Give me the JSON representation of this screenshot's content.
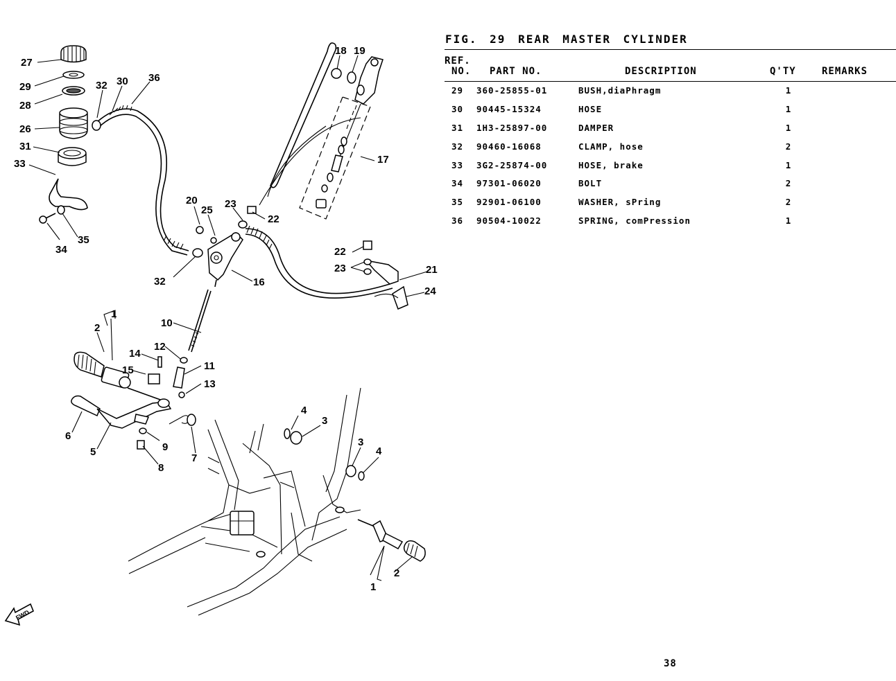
{
  "figure": {
    "title": "FIG. 29  REAR MASTER CYLINDER",
    "fwd_label": "FWD"
  },
  "table": {
    "headers": {
      "ref_line1": "REF.",
      "ref_line2": "NO.",
      "part_no": "PART NO.",
      "description": "DESCRIPTION",
      "qty": "Q'TY",
      "remarks": "REMARKS"
    },
    "rows": [
      {
        "ref": "29",
        "part_no": "360-25855-01",
        "description": "BUSH,diaPhragm",
        "qty": "1",
        "remarks": ""
      },
      {
        "ref": "30",
        "part_no": "90445-15324",
        "description": "HOSE",
        "qty": "1",
        "remarks": ""
      },
      {
        "ref": "31",
        "part_no": "1H3-25897-00",
        "description": "DAMPER",
        "qty": "1",
        "remarks": ""
      },
      {
        "ref": "32",
        "part_no": "90460-16068",
        "description": "CLAMP, hose",
        "qty": "2",
        "remarks": ""
      },
      {
        "ref": "33",
        "part_no": "3G2-25874-00",
        "description": "HOSE, brake",
        "qty": "1",
        "remarks": ""
      },
      {
        "ref": "34",
        "part_no": "97301-06020",
        "description": "BOLT",
        "qty": "2",
        "remarks": ""
      },
      {
        "ref": "35",
        "part_no": "92901-06100",
        "description": "WASHER, sPring",
        "qty": "2",
        "remarks": ""
      },
      {
        "ref": "36",
        "part_no": "90504-10022",
        "description": "SPRING, comPression",
        "qty": "1",
        "remarks": ""
      }
    ]
  },
  "callouts": [
    {
      "id": "c27",
      "text": "27"
    },
    {
      "id": "c29",
      "text": "29"
    },
    {
      "id": "c28",
      "text": "28"
    },
    {
      "id": "c26",
      "text": "26"
    },
    {
      "id": "c31",
      "text": "31"
    },
    {
      "id": "c33",
      "text": "33"
    },
    {
      "id": "c32a",
      "text": "32"
    },
    {
      "id": "c30",
      "text": "30"
    },
    {
      "id": "c36",
      "text": "36"
    },
    {
      "id": "c34",
      "text": "34"
    },
    {
      "id": "c35",
      "text": "35"
    },
    {
      "id": "c20",
      "text": "20"
    },
    {
      "id": "c25",
      "text": "25"
    },
    {
      "id": "c23a",
      "text": "23"
    },
    {
      "id": "c22a",
      "text": "22"
    },
    {
      "id": "c32b",
      "text": "32"
    },
    {
      "id": "c16",
      "text": "16"
    },
    {
      "id": "c18",
      "text": "18"
    },
    {
      "id": "c19",
      "text": "19"
    },
    {
      "id": "c17",
      "text": "17"
    },
    {
      "id": "c22b",
      "text": "22"
    },
    {
      "id": "c23b",
      "text": "23"
    },
    {
      "id": "c21",
      "text": "21"
    },
    {
      "id": "c24",
      "text": "24"
    },
    {
      "id": "c10",
      "text": "10"
    },
    {
      "id": "c1a",
      "text": "1"
    },
    {
      "id": "c2a",
      "text": "2"
    },
    {
      "id": "c14",
      "text": "14"
    },
    {
      "id": "c12",
      "text": "12"
    },
    {
      "id": "c11",
      "text": "11"
    },
    {
      "id": "c15",
      "text": "15"
    },
    {
      "id": "c13",
      "text": "13"
    },
    {
      "id": "c6",
      "text": "6"
    },
    {
      "id": "c5",
      "text": "5"
    },
    {
      "id": "c9",
      "text": "9"
    },
    {
      "id": "c8",
      "text": "8"
    },
    {
      "id": "c7",
      "text": "7"
    },
    {
      "id": "c4a",
      "text": "4"
    },
    {
      "id": "c3a",
      "text": "3"
    },
    {
      "id": "c3b",
      "text": "3"
    },
    {
      "id": "c4b",
      "text": "4"
    },
    {
      "id": "c2b",
      "text": "2"
    },
    {
      "id": "c1b",
      "text": "1"
    }
  ],
  "page_number": "38"
}
